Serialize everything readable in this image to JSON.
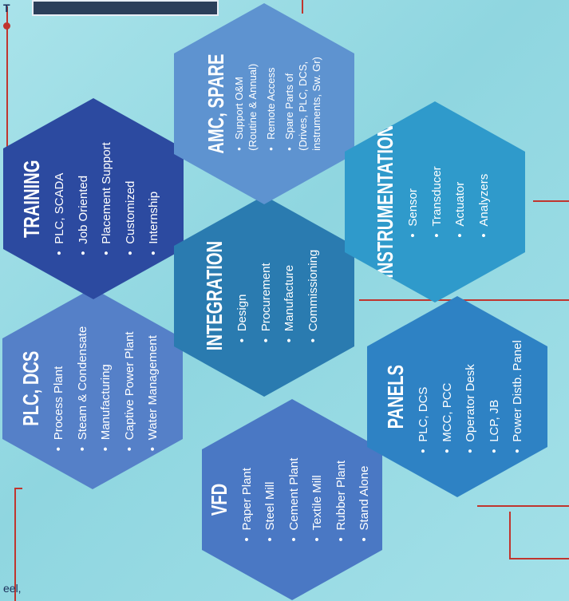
{
  "header": {
    "corner_letter": "T"
  },
  "footer": {
    "partial_text": "eel,"
  },
  "hexagons": {
    "vfd": {
      "title": "VFD",
      "items": [
        "Paper Plant",
        "Steel Mill",
        "Cement Plant",
        "Textile Mill",
        "Rubber Plant",
        "Stand Alone"
      ]
    },
    "plc_dcs": {
      "title": "PLC, DCS",
      "items": [
        "Process Plant",
        "Steam & Condensate",
        "Manufacturing",
        "Captive Power Plant",
        "Water Management"
      ]
    },
    "training": {
      "title": "TRAINING",
      "items": [
        "PLC, SCADA",
        "Job Oriented",
        "Placement Support",
        "Customized",
        "Internship"
      ]
    },
    "panels": {
      "title": "PANELS",
      "items": [
        "PLC, DCS",
        "MCC, PCC",
        "Operator Desk",
        "LCP, JB",
        "Power Distb. Panel"
      ]
    },
    "integration": {
      "title": "INTEGRATION",
      "items": [
        "Design",
        "Procurement",
        "Manufacture",
        "Commissioning"
      ]
    },
    "amc_spare": {
      "title": "AMC, SPARE",
      "items": [
        "Support O&M\n(Routine & Annual)",
        "Remote Access",
        "Spare Parts of\n(Drives, PLC, DCS,\ninstruments, Sw. Gr)"
      ]
    },
    "instrumentation": {
      "title": "INSTRUMENTATION",
      "items": [
        "Sensor",
        "Transducer",
        "Actuator",
        "Analyzers"
      ]
    }
  },
  "colors": {
    "background": "#9bdbe4",
    "vfd": "#4a78c4",
    "plc_dcs": "#5580c8",
    "training": "#2c4aa0",
    "panels": "#2e82c4",
    "integration": "#2a7bb0",
    "amc_spare": "#5e93d0",
    "instrumentation": "#2f9acb",
    "connector_line": "#c0352e"
  }
}
